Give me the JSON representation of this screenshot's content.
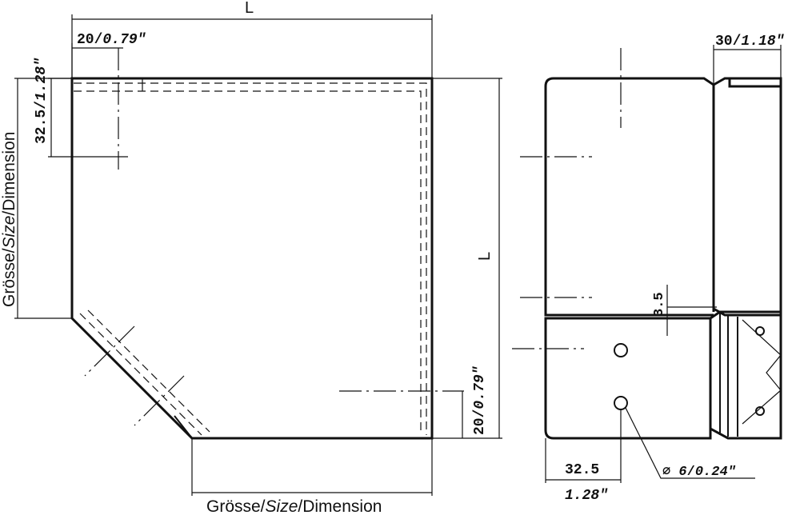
{
  "dims": {
    "top_l": "L",
    "right_l": "L",
    "flange_20": "20",
    "flange_20_in": "0.79\"",
    "depth_32_5": "32.5",
    "depth_32_5_in": "1.28\"",
    "bottom_20": "20",
    "bottom_20_in": "0.79\"",
    "width_30": "30",
    "width_30_in": "1.18\"",
    "gap_3_5": "3.5",
    "side_32_5": "32.5",
    "side_32_5_in": "1.28\"",
    "hole": "⌀ 6",
    "hole_in": "0.24\""
  },
  "labels": {
    "size_prefix": "Grösse/",
    "size_italic": "Size",
    "size_suffix": "/Dimension"
  }
}
